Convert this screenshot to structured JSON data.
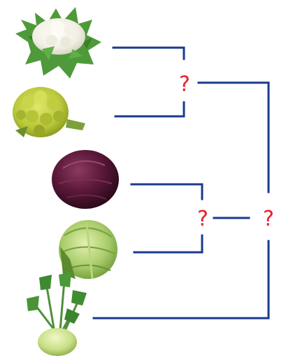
{
  "colors": {
    "tree_line": "#1a3a8c",
    "question_mark": "#e8202a",
    "background": "#ffffff"
  },
  "vegetables": [
    {
      "id": "cauliflower",
      "icon": "cauliflower-icon"
    },
    {
      "id": "romanesco",
      "icon": "romanesco-broccoli-icon"
    },
    {
      "id": "red-cabbage",
      "icon": "red-cabbage-icon"
    },
    {
      "id": "green-cabbage",
      "icon": "green-cabbage-icon"
    },
    {
      "id": "kohlrabi",
      "icon": "kohlrabi-icon"
    }
  ],
  "nodes": {
    "upper_pair": "?",
    "lower_pair": "?",
    "root_group": "?"
  }
}
